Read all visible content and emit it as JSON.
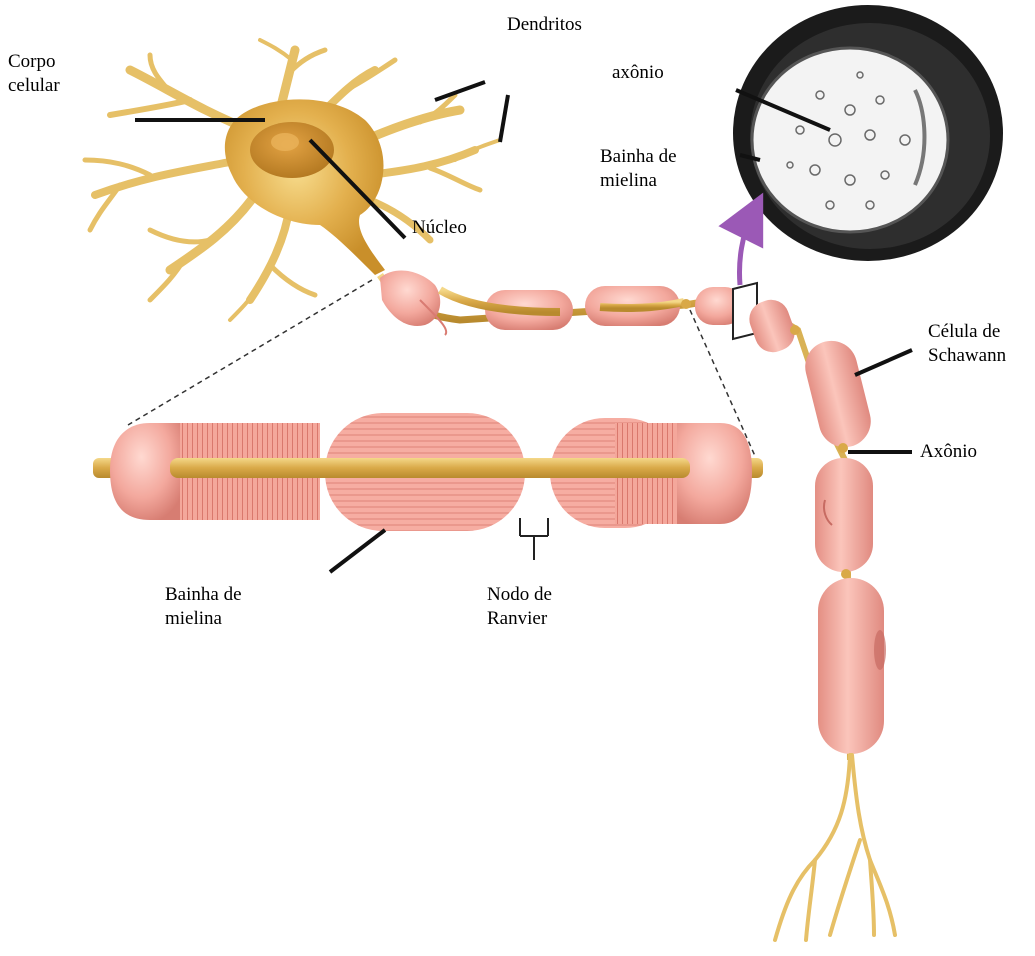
{
  "labels": {
    "corpo_celular": "Corpo\ncelular",
    "dendritos": "Dendritos",
    "nucleo": "Núcleo",
    "axonio_corte": "axônio",
    "bainha_corte": "Bainha de\nmielina",
    "celula_schwann": "Célula de\nSchawann",
    "axonio": "Axônio",
    "bainha_mielina": "Bainha de\nmielina",
    "nodo_ranvier": "Nodo de\nRanvier"
  },
  "colors": {
    "dendrite": "#e8c46a",
    "soma": "#d7a23d",
    "axon": "#d9b255",
    "myelin": "#f2a59b",
    "myelin_dark": "#d97b72",
    "cross_section_ring": "#1e1e1e",
    "arrow": "#9b59b6"
  }
}
